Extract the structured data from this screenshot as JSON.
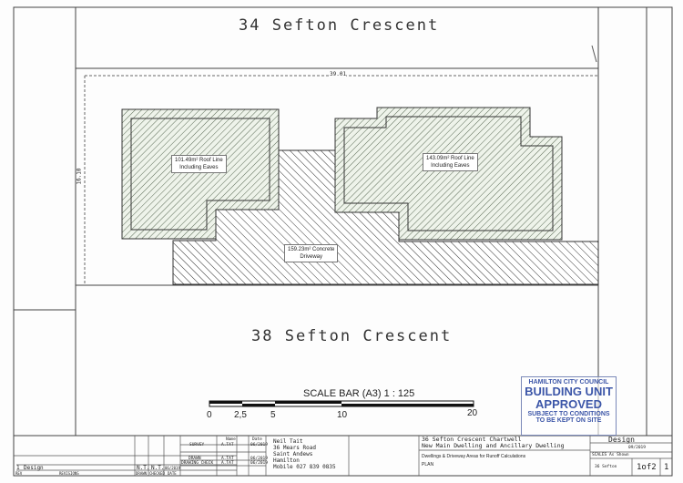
{
  "streets": {
    "top": "34 Sefton Crescent",
    "bottom": "38 Sefton Crescent"
  },
  "dimensions": {
    "width": "39.01",
    "depth": "16.10"
  },
  "areas": {
    "dwelling_left": {
      "line1": "101.49m² Roof Line",
      "line2": "Including Eaves"
    },
    "dwelling_right": {
      "line1": "143.09m² Roof Line",
      "line2": "Including Eaves"
    },
    "driveway": {
      "line1": "159.23m² Concrete",
      "line2": "Driveway"
    }
  },
  "scale_bar": {
    "title": "SCALE BAR (A3) 1 : 125",
    "ticks": [
      "0",
      "2,5",
      "5",
      "10",
      "20"
    ]
  },
  "stamp": {
    "line1": "HAMILTON CITY COUNCIL",
    "line2": "BUILDING UNIT",
    "line3": "APPROVED",
    "line4": "SUBJECT TO CONDITIONS",
    "line5": "TO BE KEPT ON SITE",
    "color": "#3c56a8"
  },
  "title_block": {
    "revisions": {
      "rev": "1",
      "description": "Design",
      "drawn": "N.T.",
      "checked": "N.T.",
      "date": "06/2019",
      "headers": [
        "REV",
        "REVISIONS",
        "DRAWN",
        "CHECKED",
        "DATE"
      ]
    },
    "signoff": {
      "headers": [
        "Name",
        "Date"
      ],
      "rows": [
        {
          "role": "SURVEY",
          "name": "A.TAT",
          "date": "06/2019"
        },
        {
          "role": "DRAWN",
          "name": "A.TAT",
          "date": "06/2019"
        },
        {
          "role": "DRAWING CHECK",
          "name": "A.TAT",
          "date": "06/2019"
        }
      ]
    },
    "designer": [
      "Neil Tait",
      "36 Mears Road",
      "Saint Andews",
      "Hamilton",
      "Mobile 027 839 0835"
    ],
    "project": [
      "36 Sefton Crescent Chartwell",
      "New Main Dwelling and Ancillary Dwelling"
    ],
    "drawing": [
      "Dwellings & Driveway Areas for Runoff Calculations",
      "PLAN"
    ],
    "status": "Design",
    "date": "09/2019",
    "scale": "SCALES  As Shown",
    "project_no": "36 Sefton",
    "sheet": "1of2",
    "rev_no": "1"
  }
}
